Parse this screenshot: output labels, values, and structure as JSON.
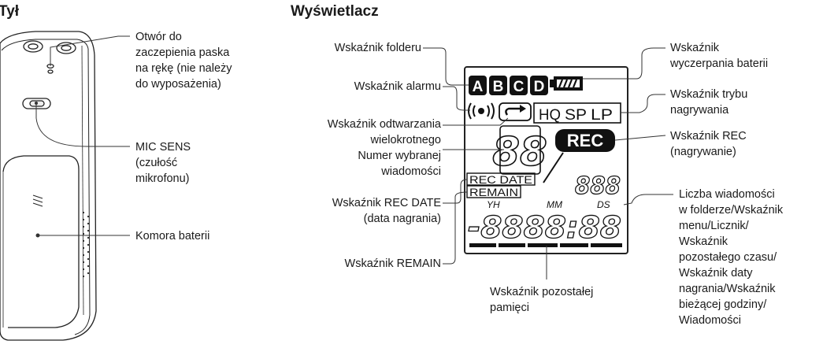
{
  "headings": {
    "back": "Tył",
    "display": "Wyświetlacz"
  },
  "device_labels": {
    "strap_hole": "Otwór do\nzaczepienia paska\nna rękę (nie należy\ndo wyposażenia)",
    "mic_sens": "MIC SENS\n(czułość\nmikrofonu)",
    "battery_compartment": "Komora baterii"
  },
  "display_labels": {
    "folder": "Wskaźnik folderu",
    "alarm": "Wskaźnik alarmu",
    "repeat": "Wskaźnik odtwarzania\nwielokrotnego",
    "message_number": "Numer wybranej\nwiadomości",
    "rec_date": "Wskaźnik REC DATE\n(data nagrania)",
    "remain": "Wskaźnik REMAIN",
    "battery": "Wskaźnik\nwyczerpania baterii",
    "rec_mode": "Wskaźnik trybu\nnagrywania",
    "rec": "Wskaźnik REC\n(nagrywanie)",
    "counter": "Liczba wiadomości\nw folderze/Wskaźnik\nmenu/Licznik/\nWskaźnik\npozostałego czasu/\nWskaźnik daty\nnagrania/Wskaźnik\nbieżącej godziny/\nWiadomości",
    "memory": "Wskaźnik pozostałej\npamięci"
  },
  "lcd": {
    "folders": [
      "A",
      "B",
      "C",
      "D"
    ],
    "modes": [
      "HQ",
      "SP",
      "LP"
    ],
    "rec": "REC",
    "rec_date": "REC DATE",
    "remain": "REMAIN",
    "time_units": [
      "YH",
      "MM",
      "DS"
    ],
    "message_digits": "88",
    "count_digits": "888",
    "main_digits": "-8888:88"
  }
}
